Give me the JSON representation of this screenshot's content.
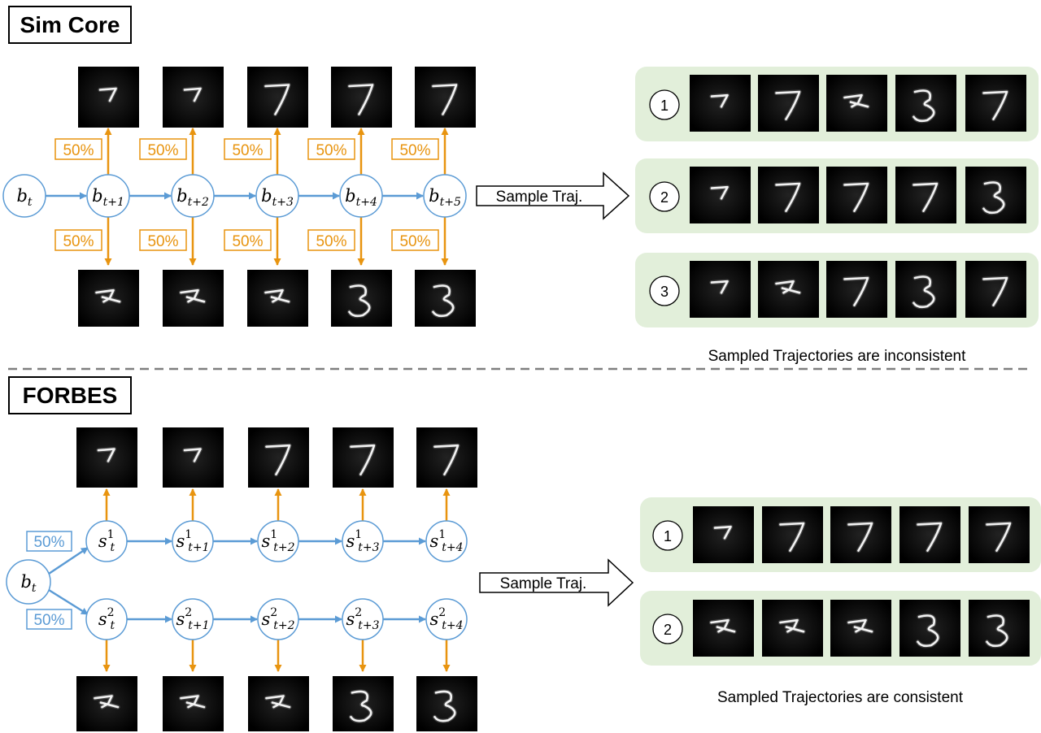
{
  "colors": {
    "blue": "#5b9bd5",
    "orange": "#e8940f",
    "panel": "#e2efda",
    "dark": "#000000"
  },
  "sections": [
    {
      "title": "Sim Core",
      "prob_label": "50%",
      "nodes": [
        {
          "base": "b",
          "sub": "t"
        },
        {
          "base": "b",
          "sub": "t+1"
        },
        {
          "base": "b",
          "sub": "t+2"
        },
        {
          "base": "b",
          "sub": "t+3"
        },
        {
          "base": "b",
          "sub": "t+4"
        },
        {
          "base": "b",
          "sub": "t+5"
        }
      ],
      "arrow_label": "Sample Traj.",
      "trajectories": [
        {
          "number": "1",
          "digits": [
            "7",
            "7",
            "2",
            "3",
            "7"
          ]
        },
        {
          "number": "2",
          "digits": [
            "7",
            "7",
            "7",
            "7",
            "3"
          ]
        },
        {
          "number": "3",
          "digits": [
            "7",
            "2",
            "7",
            "3",
            "7"
          ]
        }
      ],
      "caption": "Sampled Trajectories are inconsistent"
    },
    {
      "title": "FORBES",
      "prob_label": "50%",
      "root": {
        "base": "b",
        "sub": "t"
      },
      "chains": [
        {
          "sup": "1",
          "nodes": [
            "t",
            "t+1",
            "t+2",
            "t+3",
            "t+4"
          ]
        },
        {
          "sup": "2",
          "nodes": [
            "t",
            "t+1",
            "t+2",
            "t+3",
            "t+4"
          ]
        }
      ],
      "arrow_label": "Sample Traj.",
      "trajectories": [
        {
          "number": "1",
          "digits": [
            "7",
            "7",
            "7",
            "7",
            "7"
          ]
        },
        {
          "number": "2",
          "digits": [
            "2",
            "2",
            "2",
            "3",
            "3"
          ]
        }
      ],
      "caption": "Sampled Trajectories are consistent"
    }
  ]
}
